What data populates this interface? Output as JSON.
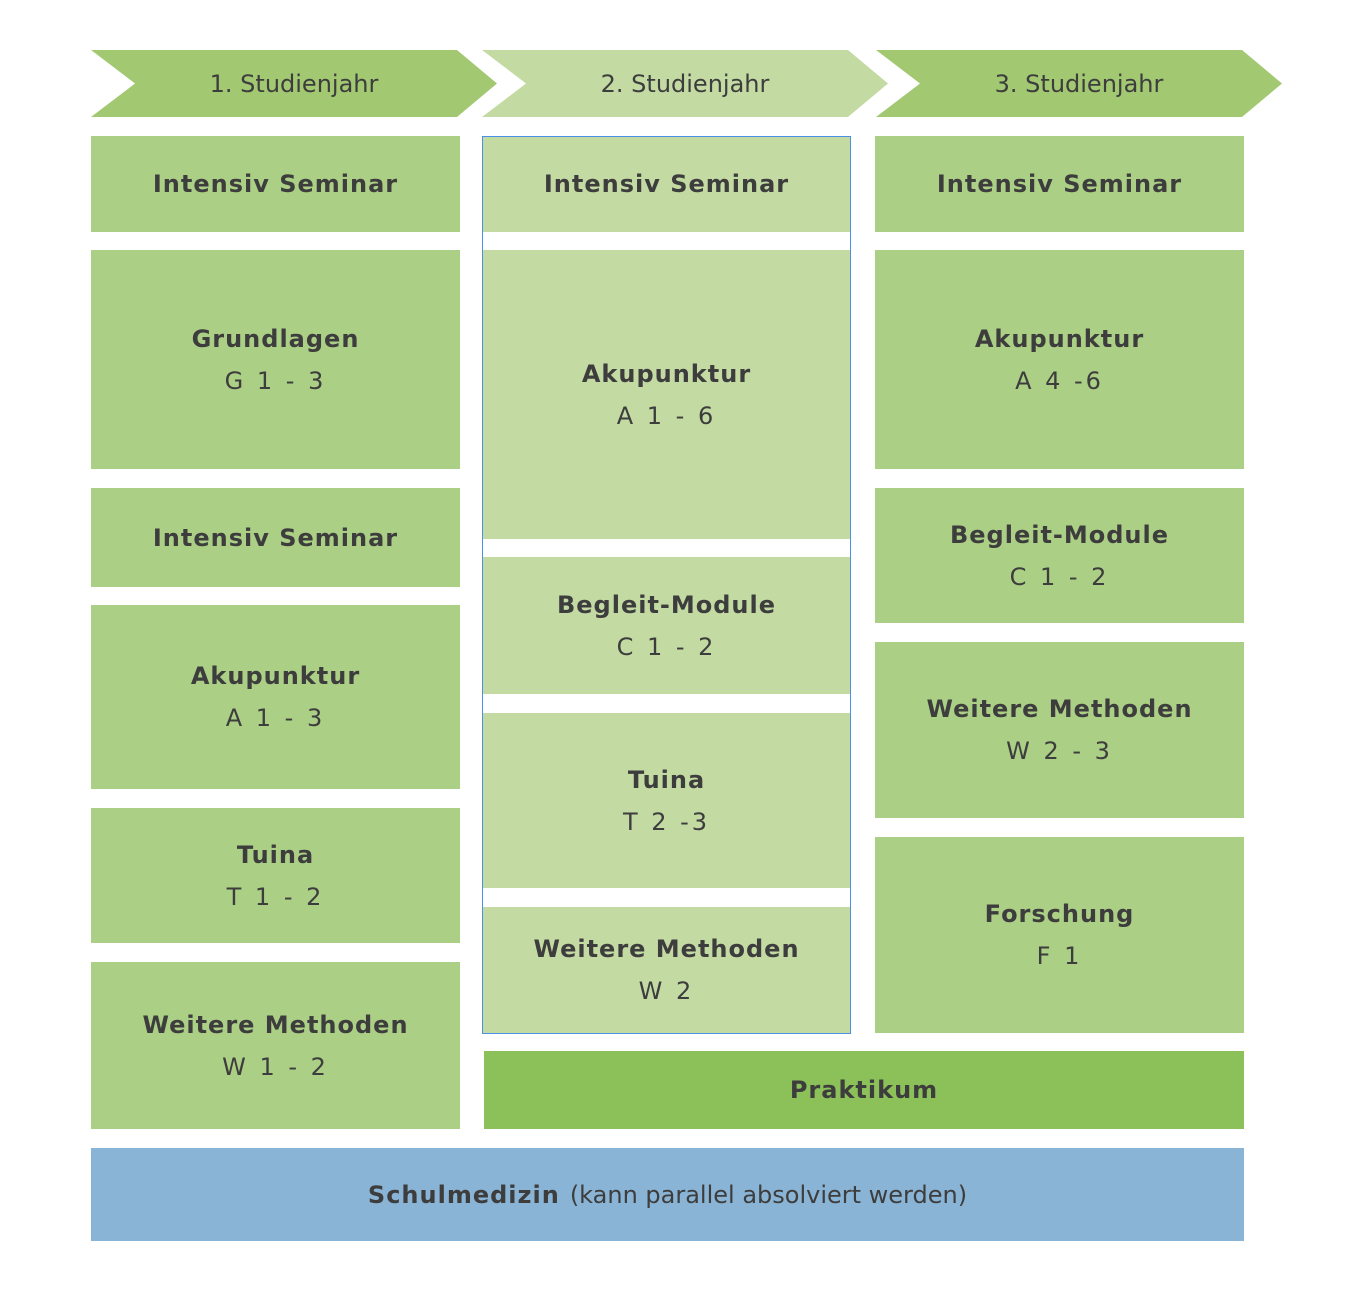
{
  "years": [
    "1. Studienjahr",
    "2. Studienjahr",
    "3. Studienjahr"
  ],
  "col1": [
    {
      "title": "Intensiv Seminar"
    },
    {
      "title": "Grundlagen",
      "sub": "G 1 - 3"
    },
    {
      "title": "Intensiv Seminar"
    },
    {
      "title": "Akupunktur",
      "sub": "A 1 - 3"
    },
    {
      "title": "Tuina",
      "sub": "T 1 - 2"
    },
    {
      "title": "Weitere Methoden",
      "sub": "W 1 - 2"
    }
  ],
  "col2": [
    {
      "title": "Intensiv Seminar"
    },
    {
      "title": "Akupunktur",
      "sub": "A 1 - 6"
    },
    {
      "title": "Begleit-Module",
      "sub": "C 1 - 2"
    },
    {
      "title": "Tuina",
      "sub": "T 2 -3"
    },
    {
      "title": "Weitere Methoden",
      "sub": "W 2"
    }
  ],
  "col3": [
    {
      "title": "Intensiv Seminar"
    },
    {
      "title": "Akupunktur",
      "sub": "A 4 -6"
    },
    {
      "title": "Begleit-Module",
      "sub": "C 1 - 2"
    },
    {
      "title": "Weitere Methoden",
      "sub": "W 2 - 3"
    },
    {
      "title": "Forschung",
      "sub": "F 1"
    }
  ],
  "praktikum": "Praktikum",
  "schulmedizin": {
    "title": "Schulmedizin",
    "note": "(kann parallel absolviert werden)"
  },
  "colors": {
    "year_dark": "#a2c872",
    "year_light": "#c3dba3",
    "module": "#abcf85",
    "module_light": "#c3dba3",
    "praktikum": "#8cc059",
    "schulmedizin": "#89b4d5"
  }
}
